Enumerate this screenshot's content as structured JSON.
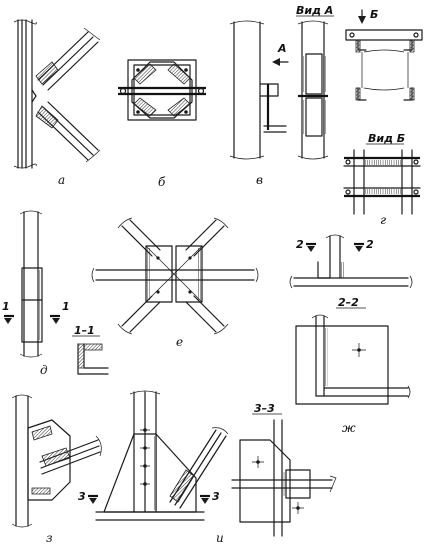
{
  "panels": {
    "a": {
      "label": "а"
    },
    "b": {
      "label": "б"
    },
    "v": {
      "label": "в",
      "view_title": "Вид А",
      "arrow_letter": "А"
    },
    "g": {
      "label": "г",
      "view_title": "Вид Б",
      "arrow_letter": "Б"
    },
    "d": {
      "label": "д",
      "section_title": "1–1",
      "cut_left": "1",
      "cut_right": "1"
    },
    "e": {
      "label": "е"
    },
    "zh": {
      "label": "ж",
      "section_title": "2–2",
      "cut_left": "2",
      "cut_right": "2"
    },
    "z": {
      "label": "з"
    },
    "i": {
      "label": "и",
      "section_title": "3–3",
      "cut_left": "3",
      "cut_right": "3"
    }
  }
}
